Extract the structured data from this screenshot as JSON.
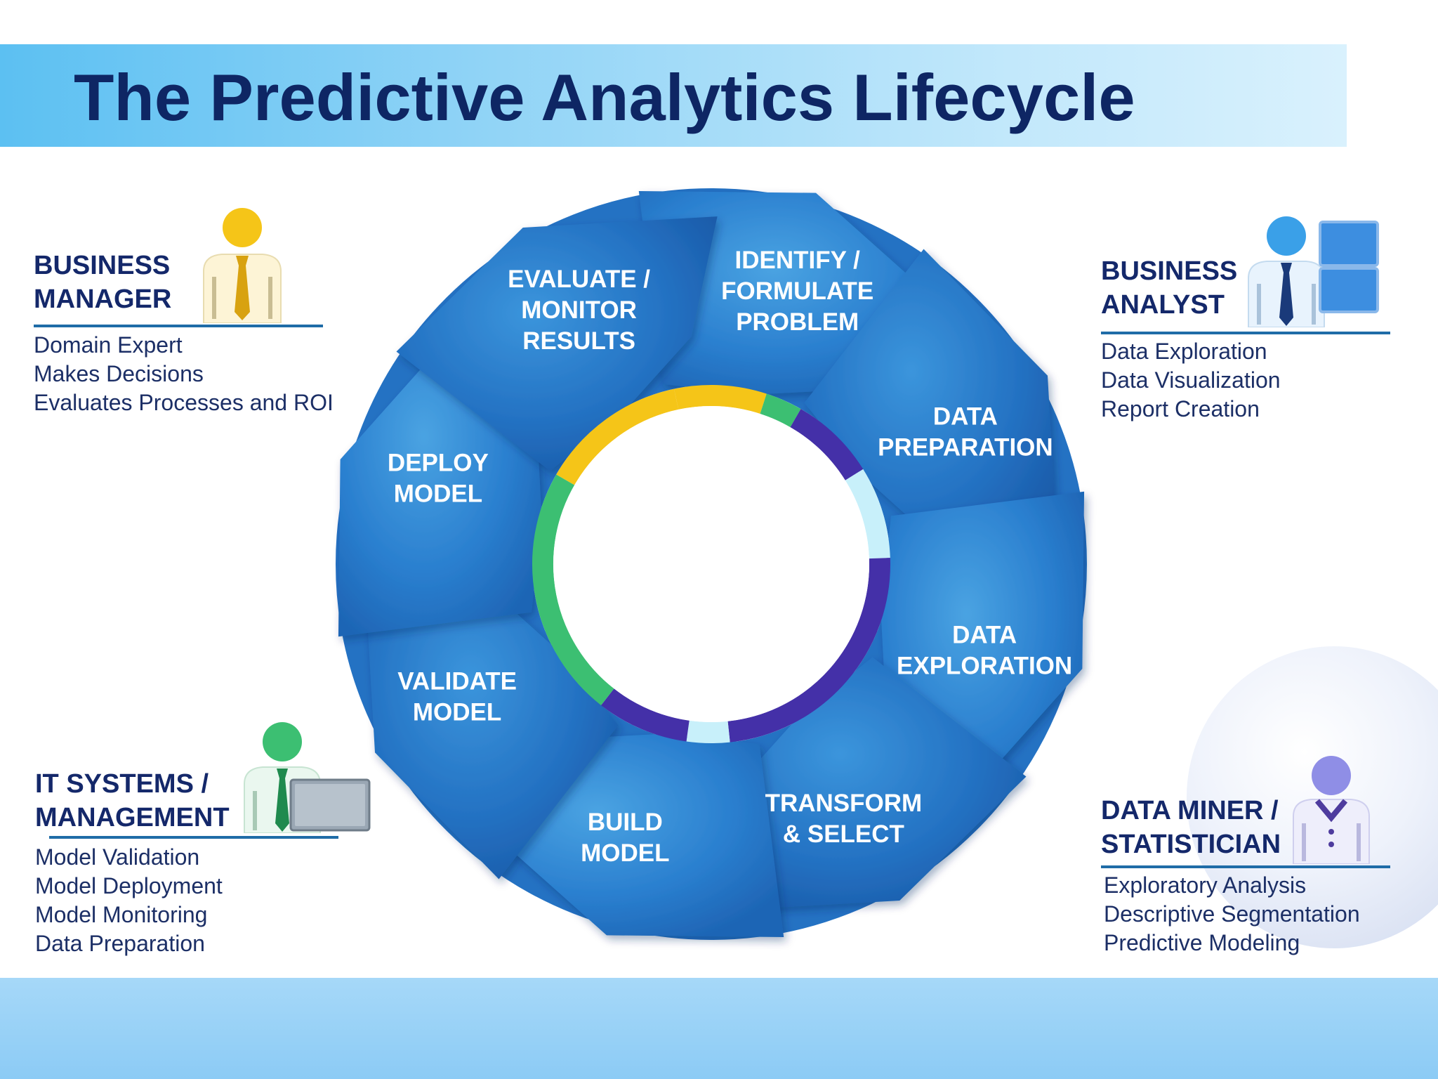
{
  "title": "The Predictive Analytics Lifecycle",
  "lifecycle": {
    "stages": [
      {
        "lines": [
          "IDENTIFY /",
          "FORMULATE",
          "PROBLEM"
        ]
      },
      {
        "lines": [
          "DATA",
          "PREPARATION"
        ]
      },
      {
        "lines": [
          "DATA",
          "EXPLORATION"
        ]
      },
      {
        "lines": [
          "TRANSFORM",
          "& SELECT"
        ]
      },
      {
        "lines": [
          "BUILD",
          "MODEL"
        ]
      },
      {
        "lines": [
          "VALIDATE",
          "MODEL"
        ]
      },
      {
        "lines": [
          "DEPLOY",
          "MODEL"
        ]
      },
      {
        "lines": [
          "EVALUATE /",
          "MONITOR",
          "RESULTS"
        ]
      }
    ]
  },
  "colors": {
    "title_text": "#0e2664",
    "ring_blue": "#2f84d1",
    "inner_yellow": "#f5c518",
    "inner_green": "#3cbf72",
    "inner_purple": "#4430a8",
    "inner_light_blue": "#c8f0fa",
    "business_manager_accent": "#f5c518",
    "business_analyst_accent": "#3aa0e8",
    "it_systems_accent": "#3cbf72",
    "data_miner_accent": "#8f8ee6"
  },
  "roles": {
    "business_manager": {
      "title_lines": [
        "BUSINESS",
        "MANAGER"
      ],
      "items": [
        "Domain Expert",
        "Makes Decisions",
        "Evaluates Processes and ROI"
      ],
      "icon": "business-manager-person-icon"
    },
    "business_analyst": {
      "title_lines": [
        "BUSINESS",
        "ANALYST"
      ],
      "items": [
        "Data Exploration",
        "Data Visualization",
        "Report Creation"
      ],
      "icon": "business-analyst-person-icon"
    },
    "it_systems": {
      "title_lines": [
        "IT SYSTEMS /",
        "MANAGEMENT"
      ],
      "items": [
        "Model Validation",
        "Model Deployment",
        "Model Monitoring",
        "Data Preparation"
      ],
      "icon": "it-systems-person-icon"
    },
    "data_miner": {
      "title_lines": [
        "DATA MINER /",
        "STATISTICIAN"
      ],
      "items": [
        "Exploratory Analysis",
        "Descriptive Segmentation",
        "Predictive Modeling"
      ],
      "icon": "data-miner-person-icon"
    }
  }
}
